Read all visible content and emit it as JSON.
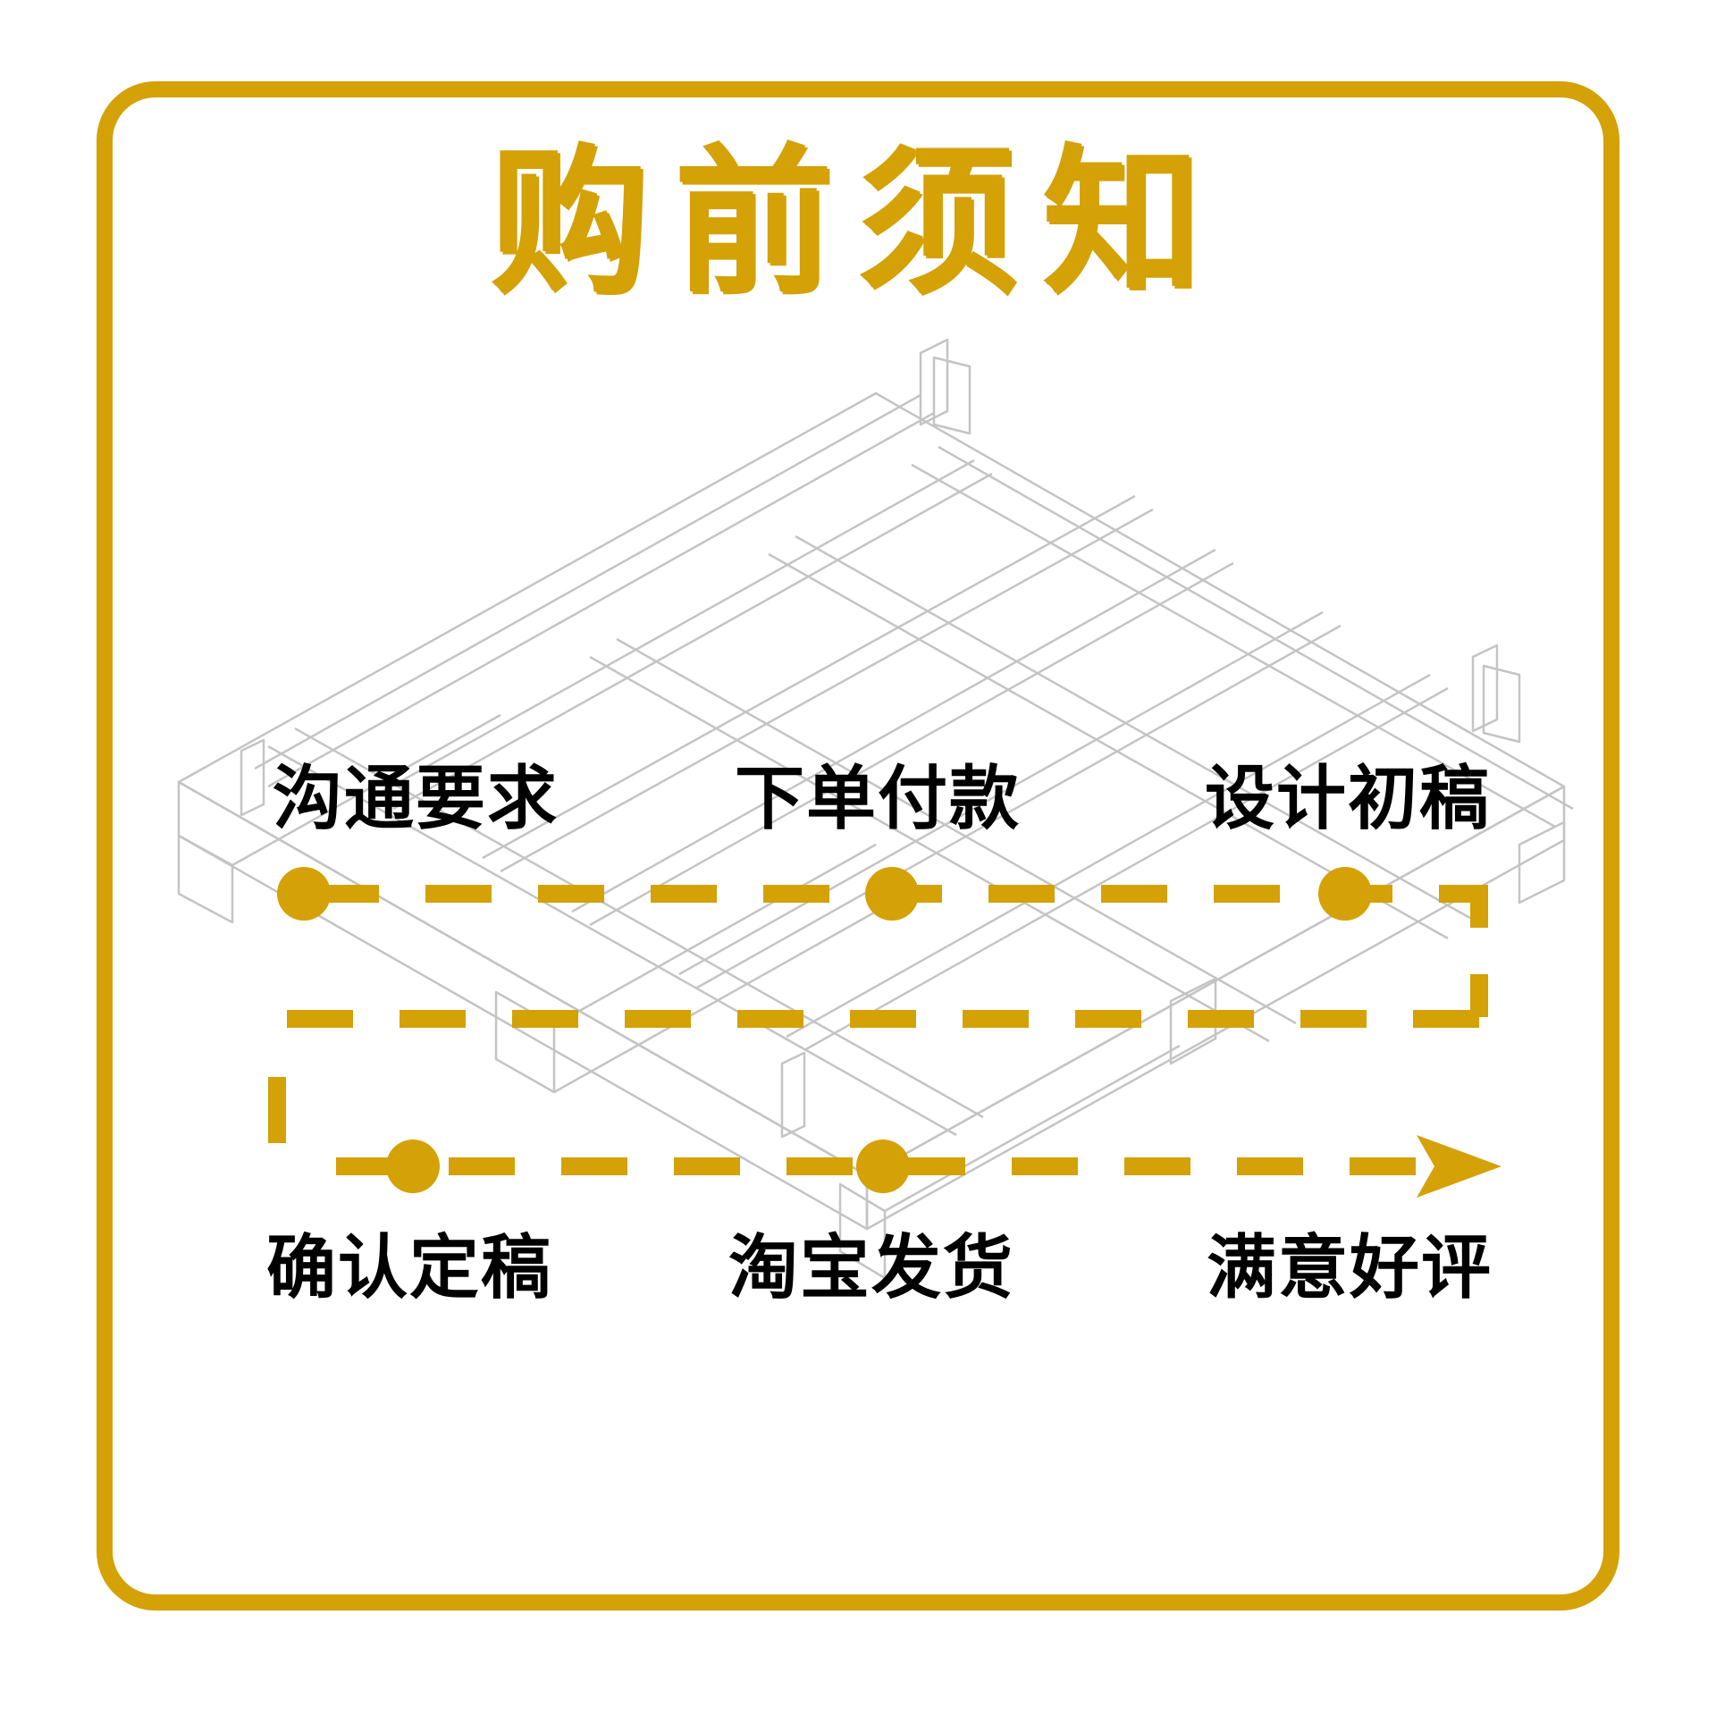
{
  "title": "购前须知",
  "colors": {
    "accent": "#d4a106",
    "text": "#000000",
    "line_art": "#c4c4c4",
    "background": "#ffffff"
  },
  "steps": [
    {
      "label": "沟通要求"
    },
    {
      "label": "下单付款"
    },
    {
      "label": "设计初稿"
    },
    {
      "label": "确认定稿"
    },
    {
      "label": "淘宝发货"
    },
    {
      "label": "满意好评"
    }
  ],
  "background_illustration": "pallet-line-art"
}
